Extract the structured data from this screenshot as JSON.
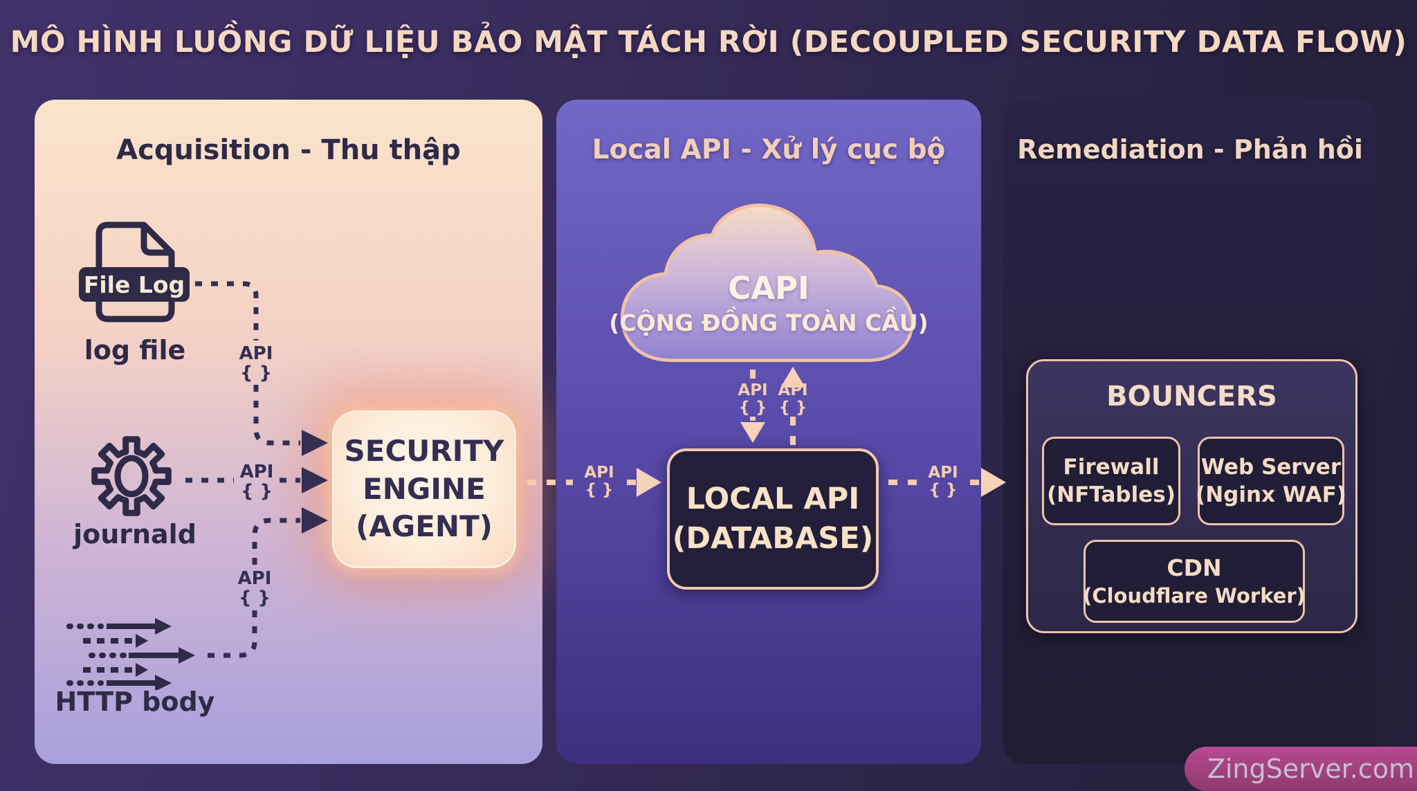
{
  "title": "MÔ HÌNH LUỒNG DỮ LIỆU BẢO MẬT TÁCH RỜI (DECOUPLED SECURITY DATA FLOW)",
  "watermark": "ZingServer.com",
  "labels": {
    "api_line1": "API",
    "api_line2": "{ }"
  },
  "colors": {
    "accent_peach": "#f3cdb2",
    "dark_ink": "#332e52",
    "engine_glow": "#f3895e",
    "watermark_magenta": "#a0417d",
    "panel_acquisition_top": "#fbe4cc",
    "panel_acquisition_bottom": "#a8a0dc",
    "panel_localapi_top": "#7267c6",
    "panel_localapi_bottom": "#3e2e7e",
    "panel_remediation": "#221e39"
  },
  "panels": {
    "acquisition": {
      "title": "Acquisition - Thu thập",
      "sources": {
        "file_log": {
          "badge": "File Log",
          "label": "log file"
        },
        "journald": {
          "label": "journald"
        },
        "http_body": {
          "label": "HTTP body"
        }
      },
      "engine": {
        "line1": "SECURITY",
        "line2": "ENGINE",
        "line3": "(AGENT)"
      }
    },
    "local_api": {
      "title": "Local API - Xử lý cục bộ",
      "capi": {
        "line1": "CAPI",
        "line2": "(CỘNG ĐỒNG TOÀN CẦU)"
      },
      "database": {
        "line1": "LOCAL API",
        "line2": "(DATABASE)"
      }
    },
    "remediation": {
      "title": "Remediation - Phản hồi",
      "bouncers": {
        "title": "BOUNCERS",
        "items": [
          {
            "line1": "Firewall",
            "line2": "(NFTables)"
          },
          {
            "line1": "Web Server",
            "line2": "(Nginx WAF)"
          },
          {
            "line1": "CDN",
            "line2": "(Cloudflare Worker)"
          }
        ]
      }
    }
  }
}
